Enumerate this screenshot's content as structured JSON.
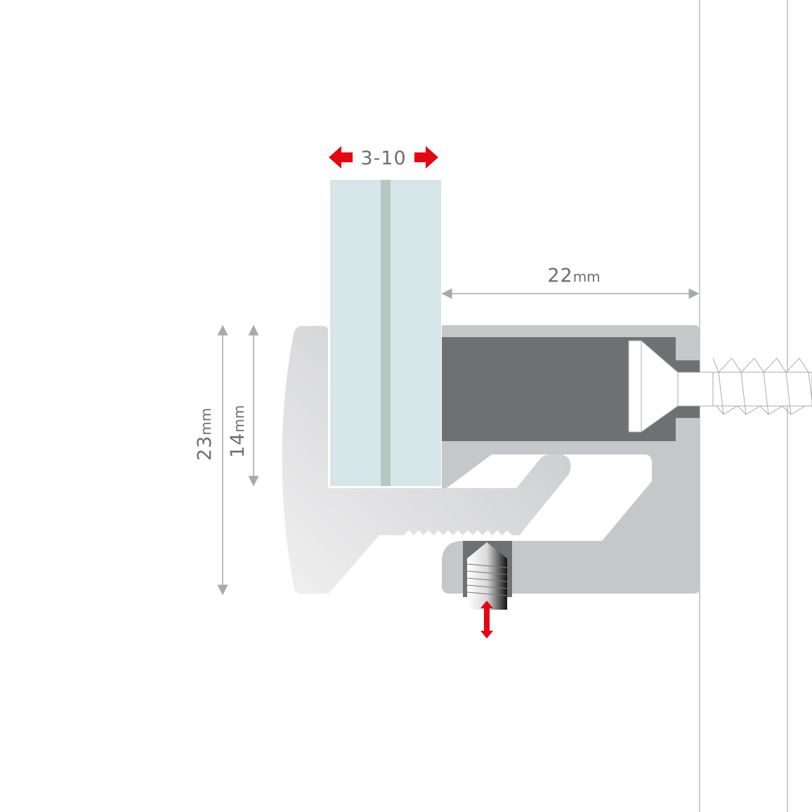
{
  "diagram": {
    "glass_thickness": {
      "value": "3-10"
    },
    "wall_distance": {
      "value": "22",
      "unit": "mm"
    },
    "total_height": {
      "value": "23",
      "unit": "mm"
    },
    "clamp_depth": {
      "value": "14",
      "unit": "mm"
    }
  },
  "colors": {
    "accent_red": "#e30613",
    "glass": "#d6e5e8",
    "body": "#c6c7c9",
    "cavity": "#6f7072",
    "dimension": "#a7a9ac"
  }
}
